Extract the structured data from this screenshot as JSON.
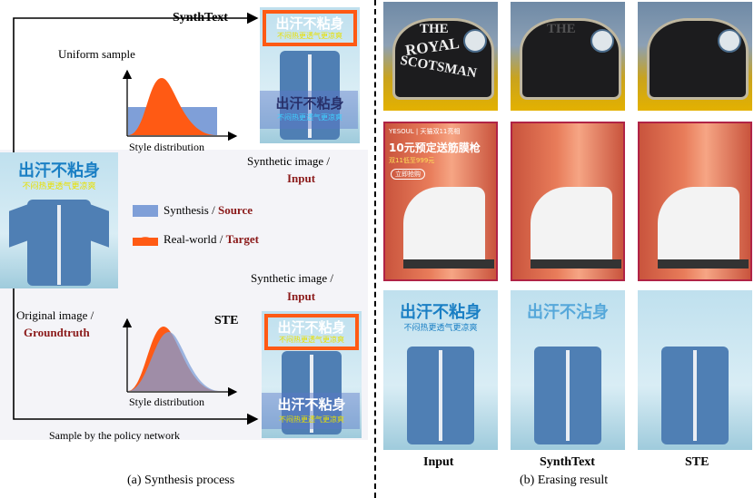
{
  "left": {
    "synthtext_label": "SynthText",
    "uniform_sample": "Uniform sample",
    "style_distribution_top": "Style distribution",
    "synthetic_input_top_line1": "Synthetic image /",
    "synthetic_input_top_line2": "Input",
    "legend_synthesis": "Synthesis / ",
    "legend_source": "Source",
    "legend_realworld": "Real-world / ",
    "legend_target": "Target",
    "synthetic_input_bottom_line1": "Synthetic image /",
    "synthetic_input_bottom_line2": "Input",
    "original_line1": "Original image /",
    "original_line2": "Groundtruth",
    "ste_label": "STE",
    "style_distribution_bottom": "Style distribution",
    "policy_sample": "Sample by the policy network",
    "caption": "(a)  Synthesis process",
    "poster_title": "出汗不粘身",
    "poster_subtitle": "不闷热更透气更凉爽",
    "colors": {
      "synthesis": "#7f9fd8",
      "realworld": "#ff5a14"
    }
  },
  "right": {
    "caption": "(b) Erasing result",
    "col_input": "Input",
    "col_synthtext": "SynthText",
    "col_ste": "STE",
    "sign_line1": "THE",
    "sign_line2": "ROYAL",
    "sign_line3": "SCOTSMAN",
    "ad_brand": "YESOUL | 天猫双11亮相",
    "ad_title": "10元预定送筋膜枪",
    "ad_sub": "双11低至999元",
    "ad_btn": "立即抢购",
    "shirt_title": "出汗不粘身",
    "shirt_sub": "不闷热更透气更凉爽",
    "shirt_title_synth": "出汗不沾身"
  }
}
